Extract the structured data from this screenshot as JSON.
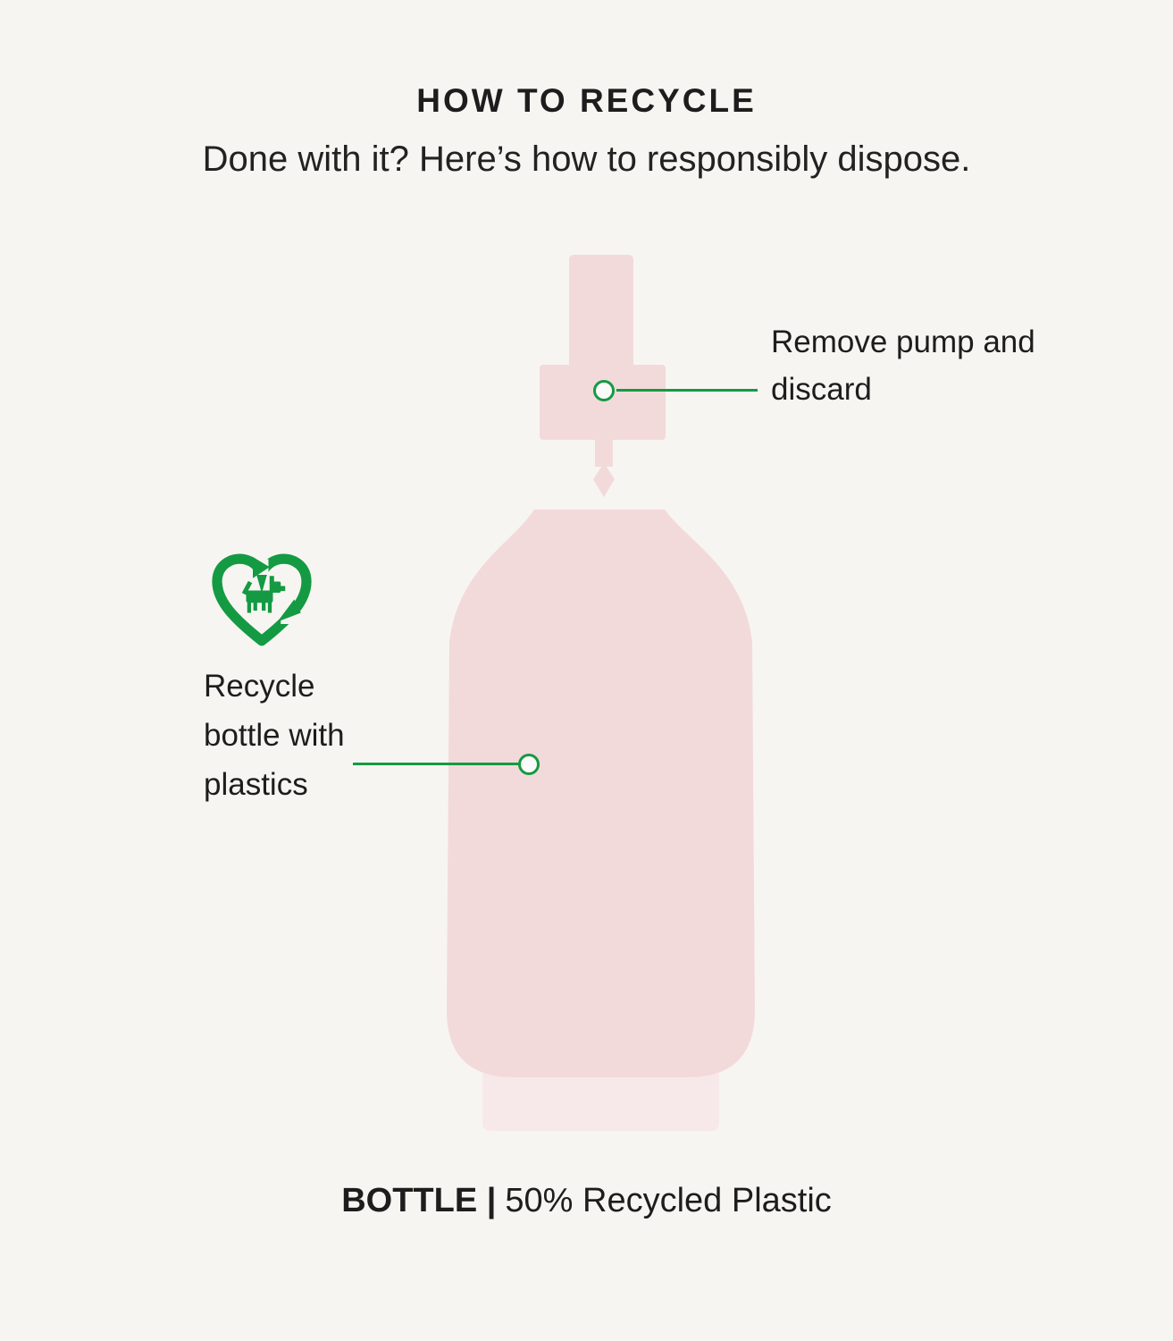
{
  "header": {
    "title": "HOW TO RECYCLE",
    "subtitle": "Done with it? Here’s how to responsibly dispose."
  },
  "callouts": {
    "pump": {
      "text": "Remove pump and discard"
    },
    "bottle": {
      "text": "Recycle bottle with plastics"
    }
  },
  "footer": {
    "label": "BOTTLE |",
    "value": "50% Recycled Plastic"
  },
  "icons": {
    "recycle": "recycle-heart-dog-icon"
  },
  "colors": {
    "accent_green": "#149a43",
    "bottle_pink": "#f2dada",
    "bottle_base_pink": "#f7e9e9",
    "background": "#f7f5f1",
    "text": "#1d1d1d"
  }
}
